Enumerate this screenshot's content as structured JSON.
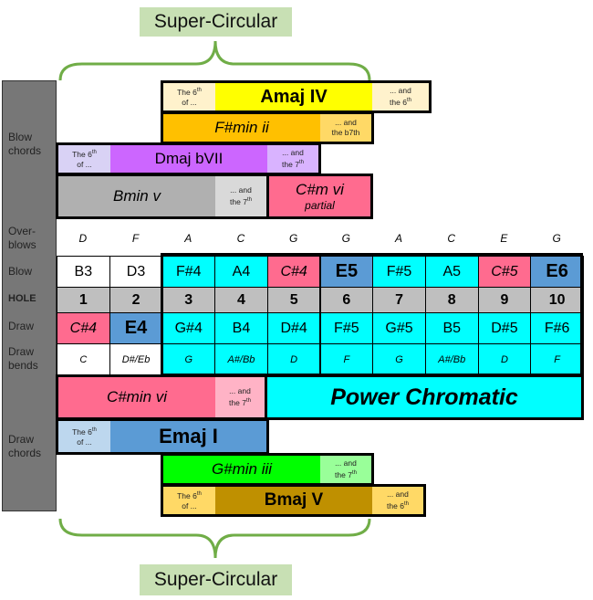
{
  "titles": {
    "top": "Super-Circular",
    "bottom": "Super-Circular"
  },
  "colors": {
    "cyan": "#00ffff",
    "pink": "#ff6b8f",
    "blue": "#5b9bd5",
    "gray": "#bfbfbf",
    "yellow": "#ffff00",
    "orange": "#ffc000",
    "purple": "#cc66ff",
    "green": "#00ff00",
    "gold": "#bf9000",
    "bracket": "#70ad47"
  },
  "side_labels": {
    "blow_chords": [
      "Blow",
      "chords"
    ],
    "overblows": [
      "Over-",
      "blows"
    ],
    "blow": "Blow",
    "hole": "HOLE",
    "draw": "Draw",
    "draw_bends": [
      "Draw",
      "bends"
    ],
    "draw_chords": [
      "Draw",
      "chords"
    ]
  },
  "overblows": [
    "D",
    "F",
    "A",
    "C",
    "G",
    "G",
    "A",
    "C",
    "E",
    "G"
  ],
  "blow": [
    "B3",
    "D3",
    "F#4",
    "A4",
    "C#4",
    "E5",
    "F#5",
    "A5",
    "C#5",
    "E6"
  ],
  "holes": [
    "1",
    "2",
    "3",
    "4",
    "5",
    "6",
    "7",
    "8",
    "9",
    "10"
  ],
  "draw": [
    "C#4",
    "E4",
    "G#4",
    "B4",
    "D#4",
    "F#5",
    "G#5",
    "B5",
    "D#5",
    "F#6"
  ],
  "draw_bends": [
    "C",
    "D#/Eb",
    "G",
    "A#/Bb",
    "D",
    "F",
    "G",
    "A#/Bb",
    "D",
    "F"
  ],
  "blow_chords": {
    "amaj": {
      "pre": [
        "The 6",
        "th",
        "of ..."
      ],
      "label": "Amaj IV",
      "post": [
        "... and",
        "the 6",
        "th"
      ]
    },
    "fsmin": {
      "label": "F#min ii",
      "post": [
        "... and",
        "the b7th"
      ]
    },
    "dmaj": {
      "pre": [
        "The 6",
        "th",
        "of ..."
      ],
      "label": "Dmaj bVII",
      "post": [
        "... and",
        "the 7",
        "th"
      ]
    },
    "bmin": {
      "label": "Bmin v",
      "post": [
        "... and",
        "the 7",
        "th"
      ]
    },
    "csm": {
      "label": "C#m vi",
      "sub": "partial"
    }
  },
  "draw_chords": {
    "csmin": {
      "label": "C#min vi",
      "post": [
        "... and",
        "the 7",
        "th"
      ]
    },
    "power": "Power Chromatic",
    "emaj": {
      "pre": [
        "The 6",
        "th",
        "of ..."
      ],
      "label": "Emaj I"
    },
    "gsmin": {
      "label": "G#min iii",
      "post": [
        "... and",
        "the 7",
        "th"
      ]
    },
    "bmaj": {
      "pre": [
        "The 6",
        "th",
        "of ..."
      ],
      "label": "Bmaj V",
      "post": [
        "... and",
        "the 6",
        "th"
      ]
    }
  }
}
